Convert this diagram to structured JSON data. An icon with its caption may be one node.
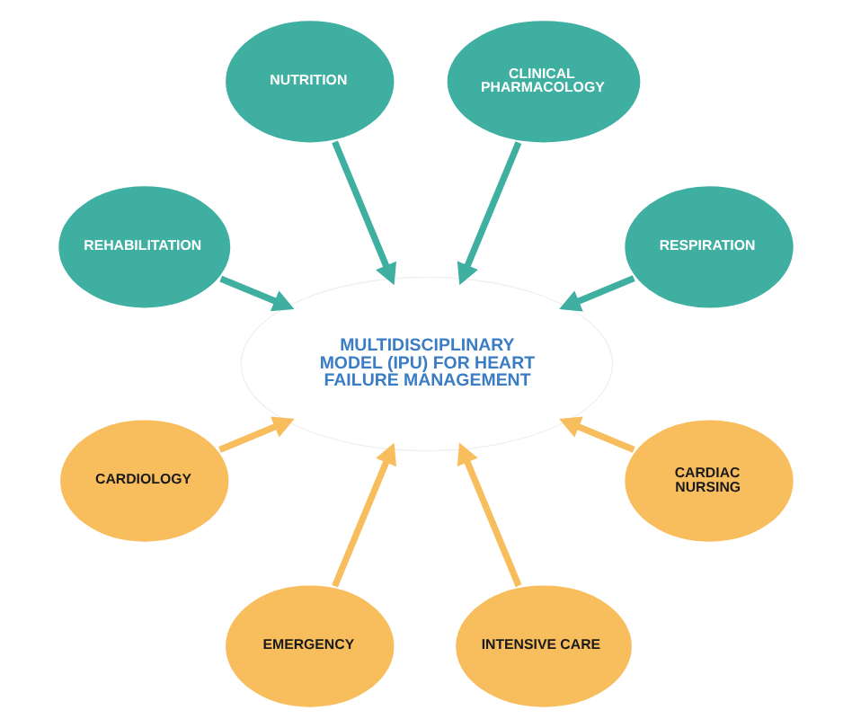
{
  "diagram": {
    "nodes": [
      {
        "text": [
          "MULTIDISCIPLINARY MODEL (IPU) FOR HEART FAILURE MANAGEMENT"
        ]
      },
      {
        "text": [
          "NUTRITION"
        ]
      },
      {
        "text": [
          "CLINICAL PHARMACOLOGY"
        ]
      },
      {
        "text": [
          "RESPIRATION"
        ]
      },
      {
        "text": [
          "CARDIAC NURSING"
        ]
      },
      {
        "text": [
          "INTENSIVE CARE"
        ]
      },
      {
        "text": [
          "EMERGENCY"
        ]
      },
      {
        "text": [
          "CARDIOLOGY"
        ]
      },
      {
        "text": [
          "REHABILITATION"
        ]
      }
    ],
    "edges": [
      {
        "from": 1,
        "to": 0,
        "arrow": "to",
        "color": "#3fafa2"
      },
      {
        "from": 2,
        "to": 0,
        "arrow": "to",
        "color": "#3fafa2"
      },
      {
        "from": 3,
        "to": 0,
        "arrow": "to",
        "color": "#3fafa2"
      },
      {
        "from": 4,
        "to": 0,
        "arrow": "to",
        "color": "#f8bd5c"
      },
      {
        "from": 5,
        "to": 0,
        "arrow": "to",
        "color": "#f8bd5c"
      },
      {
        "from": 6,
        "to": 0,
        "arrow": "to",
        "color": "#f8bd5c"
      },
      {
        "from": 7,
        "to": 0,
        "arrow": "to",
        "color": "#f8bd5c"
      },
      {
        "from": 8,
        "to": 0,
        "arrow": "to",
        "color": "#3fafa2"
      }
    ]
  }
}
